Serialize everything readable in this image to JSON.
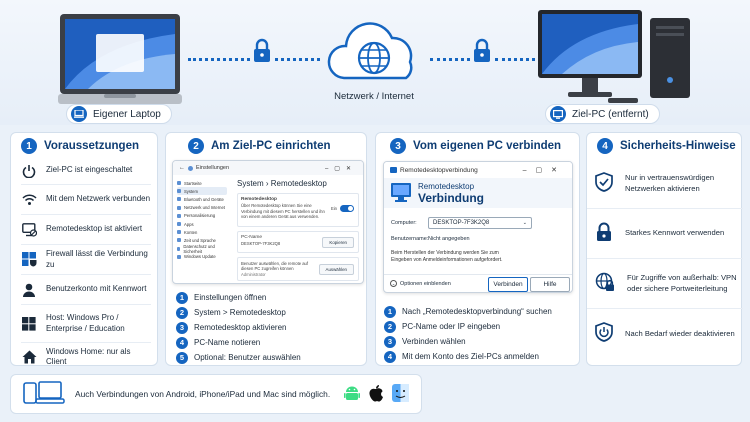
{
  "hero": {
    "network_label": "Netzwerk / Internet",
    "laptop_label": "Eigener Laptop",
    "target_label": "Ziel-PC (entfernt)"
  },
  "panel1": {
    "num": "1",
    "title": "Voraussetzungen",
    "items": [
      {
        "icon": "power-icon",
        "text": "Ziel-PC ist eingeschaltet"
      },
      {
        "icon": "wifi-icon",
        "text": "Mit dem Netzwerk verbunden"
      },
      {
        "icon": "remote-desktop-icon",
        "text": "Remotedesktop ist aktiviert"
      },
      {
        "icon": "firewall-icon",
        "text": "Firewall lässt die Verbindung zu"
      },
      {
        "icon": "user-icon",
        "text": "Benutzerkonto mit Kennwort"
      },
      {
        "icon": "windows-icon",
        "text": "Host: Windows Pro / Enterprise / Education"
      },
      {
        "icon": "home-icon",
        "text": "Windows Home: nur als Client"
      }
    ]
  },
  "panel2": {
    "num": "2",
    "title": "Am Ziel-PC einrichten",
    "window": {
      "title": "Einstellungen",
      "breadcrumb": "System  ›  Remotedesktop",
      "sidebar": [
        "Startseite",
        "System",
        "Bluetooth und Geräte",
        "Netzwerk und Internet",
        "Personalisierung",
        "Apps",
        "Konten",
        "Zeit und Sprache",
        "Datenschutz und Sicherheit",
        "Windows Update"
      ],
      "rd_heading": "Remotedesktop",
      "rd_desc": "Über Remotedesktop können Sie eine Verbindung mit diesem PC herstellen und ihn von einem anderen Gerät aus verwenden.",
      "toggle_label": "Ein",
      "pcname_label": "PC-Name",
      "pcname_value": "DESKTOP-7F3K2Q8",
      "copy_btn": "Kopieren",
      "users_desc": "Benutzer auswählen, die remote auf diesen PC zugreifen können",
      "users_sub": "Administrator",
      "add_btn": "Auswählen"
    },
    "steps": [
      {
        "n": "1",
        "t": "Einstellungen öffnen"
      },
      {
        "n": "2",
        "t": "System > Remotedesktop"
      },
      {
        "n": "3",
        "t": "Remotedesktop aktivieren"
      },
      {
        "n": "4",
        "t": "PC-Name notieren"
      },
      {
        "n": "5",
        "t": "Optional: Benutzer auswählen"
      }
    ]
  },
  "panel3": {
    "num": "3",
    "title": "Vom eigenen PC verbinden",
    "window": {
      "title": "Remotedesktopverbindung",
      "heading1": "Remotedesktop",
      "heading2": "Verbindung",
      "computer_label": "Computer:",
      "computer_value": "DESKTOP-7F3K2Q8",
      "user_label": "Benutzername:",
      "user_value": "Nicht angegeben",
      "info": "Beim Herstellen der Verbindung werden Sie zum Eingeben von Anmeldeinformationen aufgefordert.",
      "options": "Optionen einblenden",
      "connect_btn": "Verbinden",
      "help_btn": "Hilfe"
    },
    "steps": [
      {
        "n": "1",
        "t": "Nach „Remotedesktopverbindung“ suchen"
      },
      {
        "n": "2",
        "t": "PC-Name oder IP eingeben"
      },
      {
        "n": "3",
        "t": "Verbinden wählen"
      },
      {
        "n": "4",
        "t": "Mit dem Konto des Ziel-PCs anmelden"
      }
    ]
  },
  "panel4": {
    "num": "4",
    "title": "Sicherheits-Hinweise",
    "items": [
      {
        "icon": "shield-check-icon",
        "text": "Nur in vertrauenswürdigen Netzwerken aktivieren"
      },
      {
        "icon": "lock-icon",
        "text": "Starkes Kennwort verwenden"
      },
      {
        "icon": "globe-lock-icon",
        "text": "Für Zugriffe von außerhalb: VPN oder sichere Portweiterleitung"
      },
      {
        "icon": "shield-power-icon",
        "text": "Nach Bedarf wieder deaktivieren"
      }
    ]
  },
  "bottom": {
    "text": "Auch Verbindungen von Android, iPhone/iPad und Mac sind möglich."
  },
  "colors": {
    "accent": "#1565c0",
    "dark_blue": "#0f3d73"
  }
}
